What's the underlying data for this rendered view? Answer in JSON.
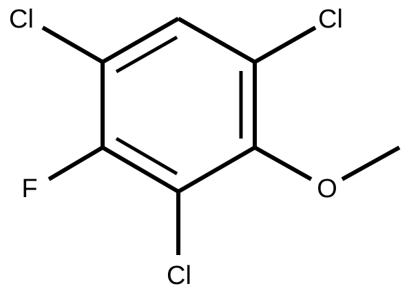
{
  "atoms": {
    "cl_top_left": "Cl",
    "cl_top_right": "Cl",
    "fluorine": "F",
    "oxygen": "O",
    "cl_bottom": "Cl"
  }
}
